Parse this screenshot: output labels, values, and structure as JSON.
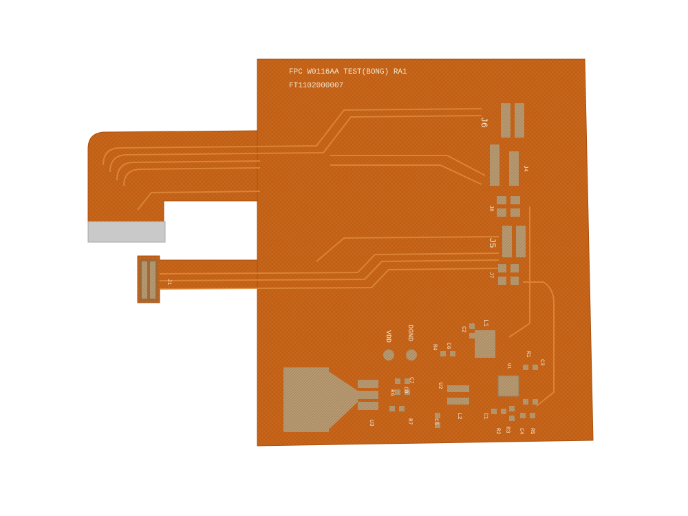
{
  "colors": {
    "background": "#ffffff",
    "substrate": "#c8661a",
    "substrate_dark": "#b3560f",
    "copper_trace": "#e08a3a",
    "gold_pad": "#b89a72",
    "silkscreen": "#f3e6cf",
    "stiffener": "#c9c9c9"
  },
  "board": {
    "title_line1": "FPC W0116AA TEST(BONG) RA1",
    "title_line2": "FT1102000007"
  },
  "labels": {
    "j6": "J6",
    "j5": "J5",
    "j4": "J4",
    "j8": "J8",
    "j7": "J7",
    "j1": "J1",
    "vdd": "VDD",
    "dgnd": "DGND",
    "l1": "L1",
    "c2": "C2",
    "c6": "C6",
    "r4": "R4",
    "u2": "U2",
    "c7": "C7",
    "c8": "C8",
    "r6": "R6",
    "u3": "U3",
    "r7": "R7",
    "c5": "C5",
    "l2": "L2",
    "u1": "U1",
    "r1": "R1",
    "c3": "C3",
    "c1": "C1",
    "r3": "R3",
    "r2": "R2",
    "c4": "C4",
    "r5": "R5"
  }
}
